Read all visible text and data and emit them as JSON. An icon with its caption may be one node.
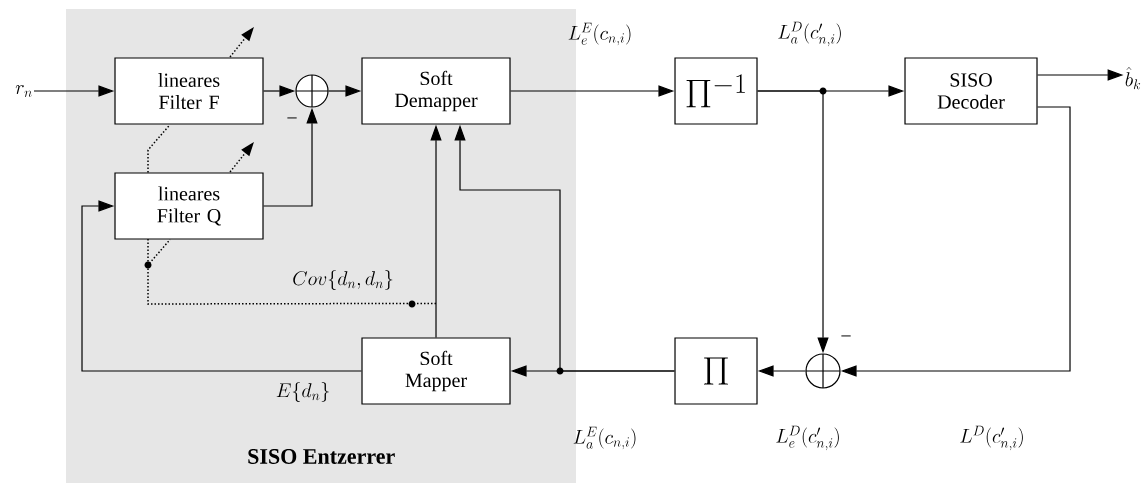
{
  "diagram": {
    "nodes": [
      {
        "text": [
          "SISO Entzerrer"
        ]
      },
      {
        "text": [
          "lineares Filter F"
        ],
        "in": 0
      },
      {
        "text": [
          "lineares Filter Q"
        ],
        "in": 0
      },
      {
        "text": [],
        "shape": "circle",
        "in": 0
      },
      {
        "text": [
          "Soft Demapper"
        ],
        "in": 0
      },
      {
        "text": [
          "Soft Mapper"
        ],
        "in": 0
      },
      {
        "text": [
          "\\Pi^{-1}"
        ]
      },
      {
        "text": [
          "SISO Decoder"
        ]
      },
      {
        "text": [
          "\\Pi"
        ]
      },
      {
        "text": [],
        "shape": "circle"
      },
      {
        "text": [
          "r_n"
        ]
      },
      {
        "text": [
          "\\hat{b}_k"
        ]
      }
    ],
    "edges": [
      {
        "from": 10,
        "to": 1,
        "arrow": "to"
      },
      {
        "from": 1,
        "to": 3,
        "arrow": "to"
      },
      {
        "from": 2,
        "to": 3,
        "arrow": "to",
        "label": "−"
      },
      {
        "from": 3,
        "to": 4,
        "arrow": "to"
      },
      {
        "from": 4,
        "to": 6,
        "arrow": "to",
        "label": "L_e^E(c_{n,i})"
      },
      {
        "from": 6,
        "to": 7,
        "arrow": "to",
        "label": "L_a^D(c'_{n,i})"
      },
      {
        "from": 6,
        "to": 9,
        "arrow": "to",
        "label": "−"
      },
      {
        "from": 7,
        "to": 11,
        "arrow": "to"
      },
      {
        "from": 7,
        "to": 9,
        "arrow": "to"
      },
      {
        "from": 9,
        "to": 8,
        "arrow": "to"
      },
      {
        "from": 8,
        "to": 5,
        "arrow": "to"
      },
      {
        "from": 8,
        "to": 4,
        "arrow": "to"
      },
      {
        "from": 5,
        "to": 4,
        "arrow": "to"
      },
      {
        "from": 5,
        "to": 2,
        "arrow": "to",
        "label": "E\\{d_n\\}"
      },
      {
        "from": 5,
        "to": 2,
        "arrow": "none",
        "style": "dashed",
        "label": "Cov\\{d_n,d_n\\}"
      },
      {
        "from": 2,
        "to": 1,
        "arrow": "none",
        "style": "dashed"
      }
    ],
    "labels": [
      "L_a^E(c_{n,i})",
      "L_e^D(c'_{n,i})",
      "L^D(c'_{n,i})"
    ]
  }
}
